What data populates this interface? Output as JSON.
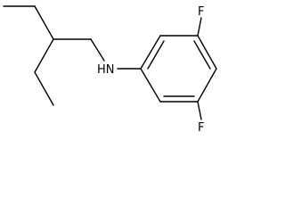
{
  "molecule": {
    "atoms": {
      "nh": "HN",
      "f_top": "F",
      "f_bottom": "F"
    },
    "colors": {
      "bond": "#000000",
      "label": "#000000",
      "background": "#ffffff"
    }
  }
}
